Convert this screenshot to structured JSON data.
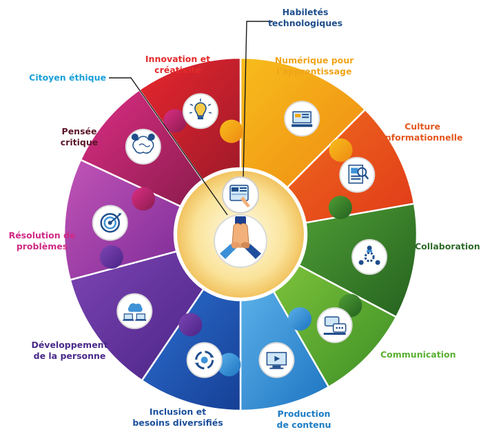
{
  "center_icon": "hands-together-icon",
  "labels": [
    {
      "key": "technologiques",
      "lines": [
        "Habiletés",
        "technologiques"
      ],
      "color": "#1f4e8c",
      "icon": "web-tablet-icon"
    },
    {
      "key": "numerique",
      "lines": [
        "Numérique pour",
        "l'apprentissage"
      ],
      "color": "#f0a418",
      "icon": "classroom-board-icon"
    },
    {
      "key": "culture",
      "lines": [
        "Culture",
        "informationnelle"
      ],
      "color": "#e4571e",
      "icon": "document-search-icon"
    },
    {
      "key": "collaboration",
      "lines": [
        "Collaboration"
      ],
      "color": "#2f6b2a",
      "icon": "team-gear-icon"
    },
    {
      "key": "communication",
      "lines": [
        "Communication"
      ],
      "color": "#5ab031",
      "icon": "chat-bubbles-icon"
    },
    {
      "key": "production",
      "lines": [
        "Production",
        "de contenu"
      ],
      "color": "#1c7cc4",
      "icon": "video-screen-icon"
    },
    {
      "key": "inclusion",
      "lines": [
        "Inclusion et",
        "besoins diversifiés"
      ],
      "color": "#1c4f9c",
      "icon": "cycle-arrows-icon"
    },
    {
      "key": "developpement",
      "lines": [
        "Développement",
        "de la personne"
      ],
      "color": "#4a2a8a",
      "icon": "cloud-laptop-icon"
    },
    {
      "key": "resolution",
      "lines": [
        "Résolution de",
        "problèmes"
      ],
      "color": "#cf2a84",
      "icon": "target-icon"
    },
    {
      "key": "pensee",
      "lines": [
        "Pensée",
        "critique"
      ],
      "color": "#5a1428",
      "icon": "brain-question-icon"
    },
    {
      "key": "citoyen",
      "lines": [
        "Citoyen éthique"
      ],
      "color": "#1aa0d8",
      "icon": "hands-together-icon"
    },
    {
      "key": "innovation",
      "lines": [
        "Innovation et",
        "créativité"
      ],
      "color": "#e32b2b",
      "icon": "lightbulb-icon"
    }
  ],
  "colors": {
    "numerique": "#f5a612",
    "culture": "#e9541c",
    "collaboration": "#3f8a2e",
    "communication": "#63b530",
    "production": "#3e92d6",
    "inclusion": "#1e59b5",
    "developpement": "#6a34a0",
    "resolution": "#9b3aa8",
    "pensee": "#c2246f",
    "innovation": "#c8202a",
    "center": "#f8dd8c"
  }
}
